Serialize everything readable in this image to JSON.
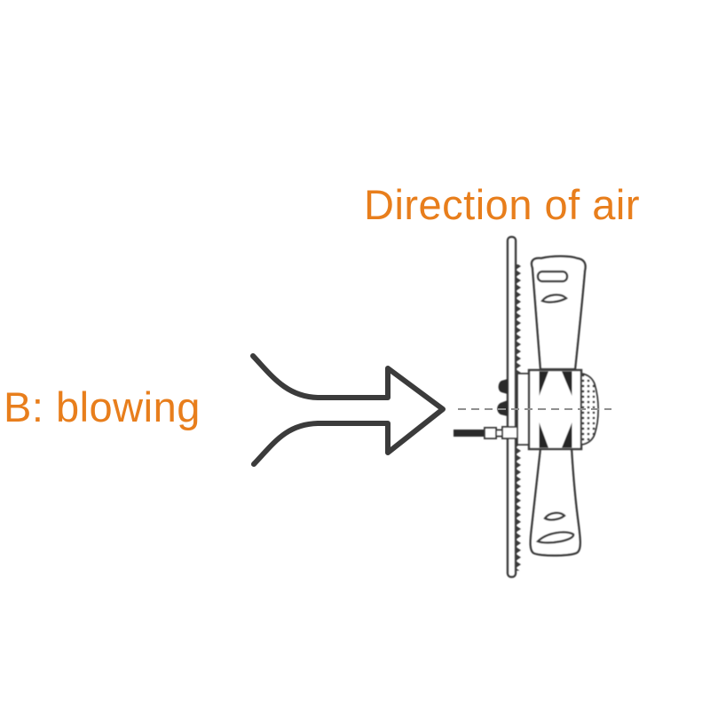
{
  "labels": {
    "direction": "Direction of air",
    "blowing": "B: blowing"
  },
  "colors": {
    "accent_orange": "#E87E1C",
    "diagram_line": "#3B3B3B",
    "centerline_gray": "#8F8F8F",
    "background": "#FFFFFF"
  },
  "diagram": {
    "type": "technical-illustration",
    "subject": "axial fan side view with airflow arrow",
    "parts": [
      "airflow-arrow",
      "mounting-plate",
      "plate-hatching",
      "upper-fan-blade",
      "upper-blade-vent-slots",
      "motor-hub",
      "hub-ribbed-cap",
      "mounting-bolts",
      "power-cable",
      "lower-fan-blade",
      "lower-blade-vent-slots",
      "dashed-centerline"
    ]
  }
}
